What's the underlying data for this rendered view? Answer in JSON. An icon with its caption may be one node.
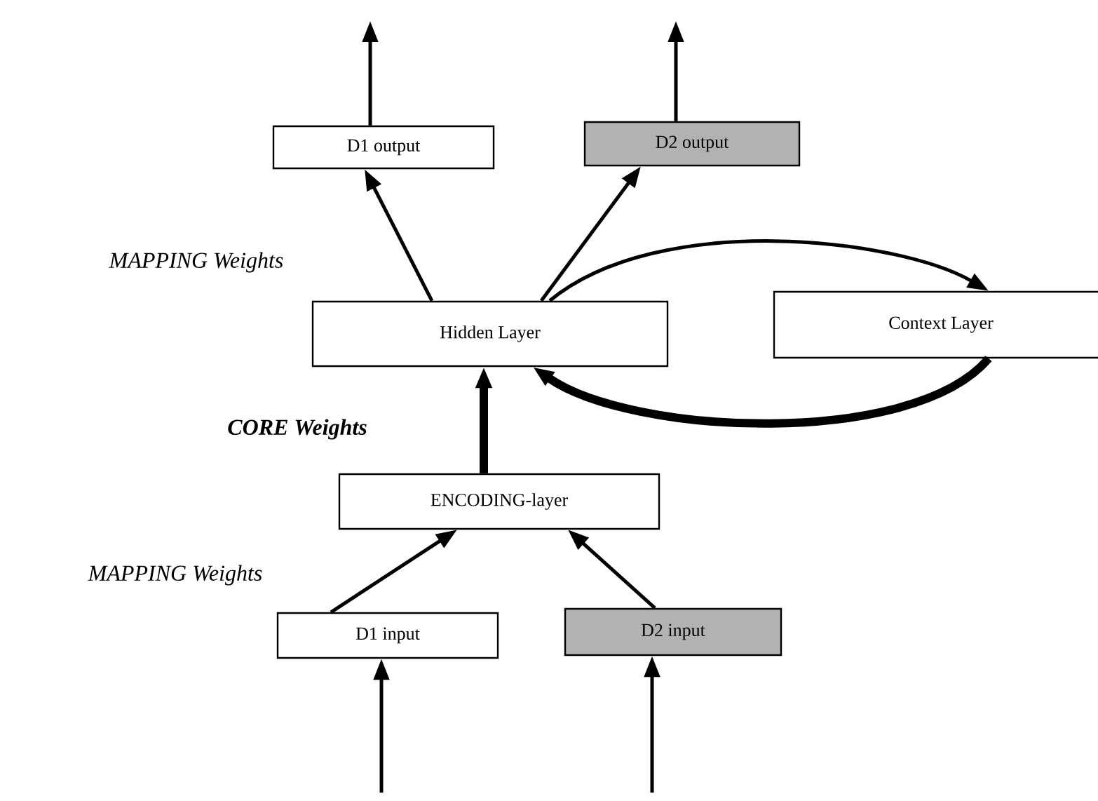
{
  "diagram": {
    "nodes": [
      {
        "text": [
          "D1 output"
        ]
      },
      {
        "text": [
          "D2 output"
        ]
      },
      {
        "text": [
          "Hidden Layer"
        ]
      },
      {
        "text": [
          "Context Layer"
        ]
      },
      {
        "text": [
          "ENCODING-layer"
        ]
      },
      {
        "text": [
          "D1 input"
        ]
      },
      {
        "text": [
          "D2 input"
        ]
      }
    ],
    "edges": [
      {
        "from": 0,
        "to": null,
        "arrow": "to"
      },
      {
        "from": 1,
        "to": null,
        "arrow": "to"
      },
      {
        "from": 2,
        "to": 0,
        "arrow": "to"
      },
      {
        "from": 2,
        "to": 1,
        "arrow": "to"
      },
      {
        "from": 2,
        "to": 3,
        "arrow": "to"
      },
      {
        "from": 3,
        "to": 2,
        "arrow": "to",
        "style": "thick"
      },
      {
        "from": 4,
        "to": 2,
        "arrow": "to",
        "style": "thick"
      },
      {
        "from": 5,
        "to": 4,
        "arrow": "to"
      },
      {
        "from": 6,
        "to": 4,
        "arrow": "to"
      },
      {
        "from": null,
        "to": 5,
        "arrow": "to"
      },
      {
        "from": null,
        "to": 6,
        "arrow": "to"
      }
    ],
    "labels": [
      "MAPPING Weights",
      "CORE Weights",
      "MAPPING Weights"
    ]
  }
}
